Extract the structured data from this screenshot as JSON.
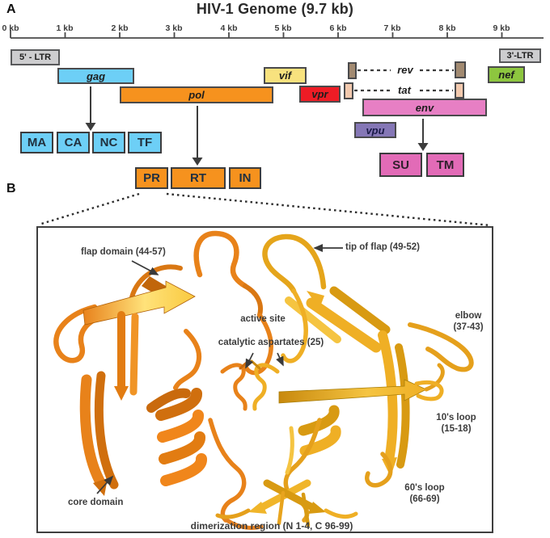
{
  "panel_a": {
    "label": "A",
    "title": "HIV-1 Genome (9.7 kb)",
    "scale_ticks": [
      "0 kb",
      "1 kb",
      "2 kb",
      "3 kb",
      "4 kb",
      "5 kb",
      "6 kb",
      "7 kb",
      "8 kb",
      "9 kb"
    ],
    "genes": {
      "ltr5": "5' - LTR",
      "gag": "gag",
      "pol": "pol",
      "vif": "vif",
      "vpr": "vpr",
      "rev": "rev",
      "tat": "tat",
      "env": "env",
      "vpu": "vpu",
      "nef": "nef",
      "ltr3": "3'-LTR"
    },
    "products": {
      "gag": [
        "MA",
        "CA",
        "NC",
        "TF"
      ],
      "pol": [
        "PR",
        "RT",
        "IN"
      ],
      "env": [
        "SU",
        "TM"
      ]
    }
  },
  "panel_b": {
    "label": "B",
    "annotations": {
      "flap_domain": "flap domain (44-57)",
      "tip_of_flap": "tip of flap (49-52)",
      "active_site": "active site",
      "catalytic_aspartates": "catalytic aspartates (25)",
      "elbow_line1": "elbow",
      "elbow_line2": "(37-43)",
      "tens_loop_line1": "10's loop",
      "tens_loop_line2": "(15-18)",
      "sixties_loop_line1": "60's loop",
      "sixties_loop_line2": "(66-69)",
      "core_domain": "core domain",
      "dimerization": "dimerization region (N 1-4, C 96-99)"
    }
  },
  "colors": {
    "ltr_gray": "#CDCDCF",
    "gag_cyan": "#6DCFF6",
    "pol_orange": "#F6921E",
    "vif_yellow": "#F8E27E",
    "vpr_red": "#EE1C25",
    "rev_taupe": "#A28A71",
    "tat_peach": "#F2C9AE",
    "env_pink": "#E77FC4",
    "su_tm_pink": "#E26BB7",
    "vpu_purple": "#8577B6",
    "nef_green": "#8DC63F",
    "ribbon_orange": "#F0861B",
    "ribbon_gold": "#EFAF25"
  }
}
